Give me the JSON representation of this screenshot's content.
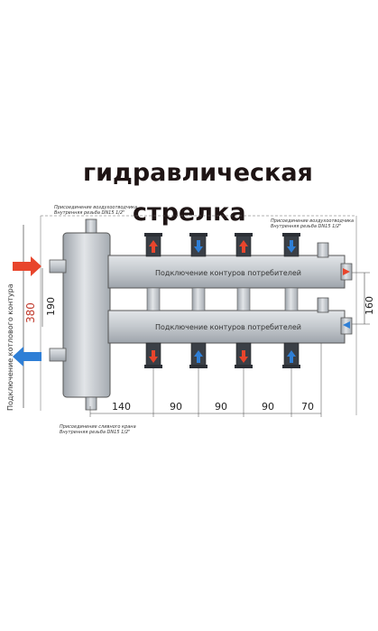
{
  "title": {
    "line1": "гидравлическая",
    "line2": "стрелка"
  },
  "notes": {
    "top_left_1": "Присоединение воздухоотводчика",
    "top_left_2": "Внутренняя резьба DN15 1/2\"",
    "top_right_1": "Присоединение воздухоотводчика",
    "top_right_2": "Внутренняя резьба DN15 1/2\"",
    "bottom_1": "Присоединение сливного крана",
    "bottom_2": "Внутренняя резьба DN15 1/2\""
  },
  "pipes": {
    "upper_label": "Подключение контуров потребителей",
    "lower_label": "Подключение контуров потребителей"
  },
  "side": {
    "boiler_label": "Подключение котлового контура",
    "boiler_dim": "380"
  },
  "dimensions": {
    "left_inner": "190",
    "right": "160",
    "bottom": [
      "140",
      "90",
      "90",
      "90",
      "70"
    ]
  },
  "colors": {
    "supply_arrow": "#e8452c",
    "return_arrow": "#2f7fd6",
    "metal": "#c9cdd2",
    "metal_dark": "#8f959c",
    "dim_red": "#c0392b"
  }
}
